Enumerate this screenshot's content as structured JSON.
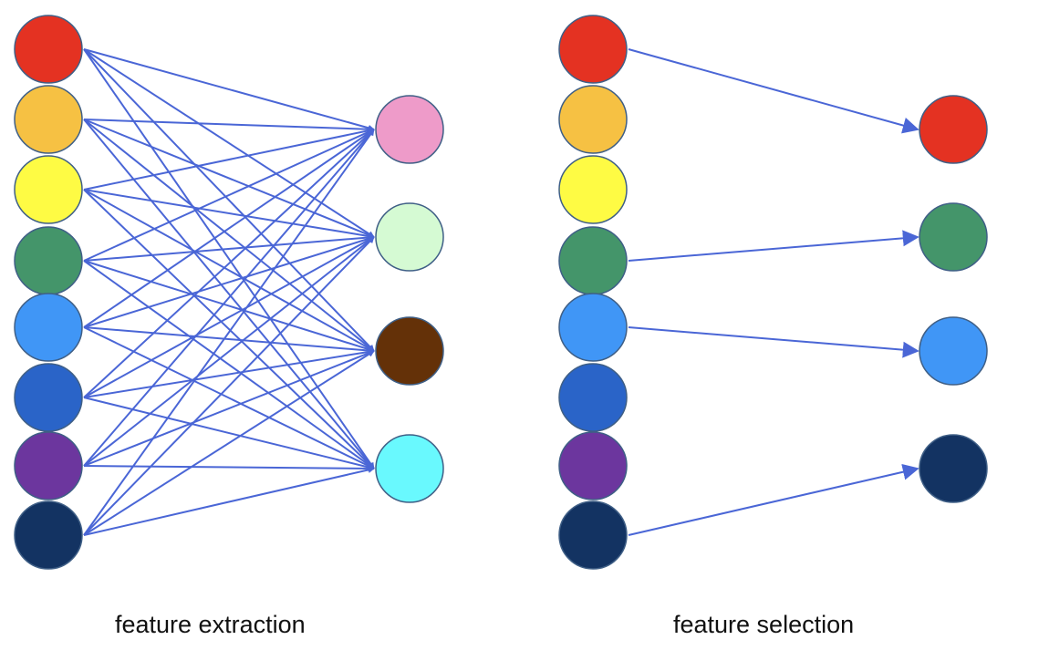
{
  "colors": {
    "arrow": "#4a66d6",
    "node_stroke": "#3f5f86"
  },
  "panels": [
    {
      "caption": "feature extraction",
      "inputs": [
        {
          "name": "red",
          "color": "#e43222"
        },
        {
          "name": "orange",
          "color": "#f6c143"
        },
        {
          "name": "yellow",
          "color": "#fefb44"
        },
        {
          "name": "green",
          "color": "#44956a"
        },
        {
          "name": "light-blue",
          "color": "#4096f6"
        },
        {
          "name": "blue",
          "color": "#2a64c8"
        },
        {
          "name": "purple",
          "color": "#6c369e"
        },
        {
          "name": "navy",
          "color": "#133362"
        }
      ],
      "outputs": [
        {
          "name": "pink",
          "color": "#ee9bc9"
        },
        {
          "name": "mint",
          "color": "#d5fad3"
        },
        {
          "name": "brown",
          "color": "#643108"
        },
        {
          "name": "cyan",
          "color": "#69f9fe"
        }
      ],
      "connections": "all"
    },
    {
      "caption": "feature selection",
      "inputs": [
        {
          "name": "red",
          "color": "#e43222"
        },
        {
          "name": "orange",
          "color": "#f6c143"
        },
        {
          "name": "yellow",
          "color": "#fefb44"
        },
        {
          "name": "green",
          "color": "#44956a"
        },
        {
          "name": "light-blue",
          "color": "#4096f6"
        },
        {
          "name": "blue",
          "color": "#2a64c8"
        },
        {
          "name": "purple",
          "color": "#6c369e"
        },
        {
          "name": "navy",
          "color": "#133362"
        }
      ],
      "outputs": [
        {
          "name": "red",
          "color": "#e43222"
        },
        {
          "name": "green",
          "color": "#44956a"
        },
        {
          "name": "light-blue",
          "color": "#4096f6"
        },
        {
          "name": "navy",
          "color": "#133362"
        }
      ],
      "connections": [
        [
          0,
          0
        ],
        [
          3,
          1
        ],
        [
          4,
          2
        ],
        [
          7,
          3
        ]
      ]
    }
  ]
}
